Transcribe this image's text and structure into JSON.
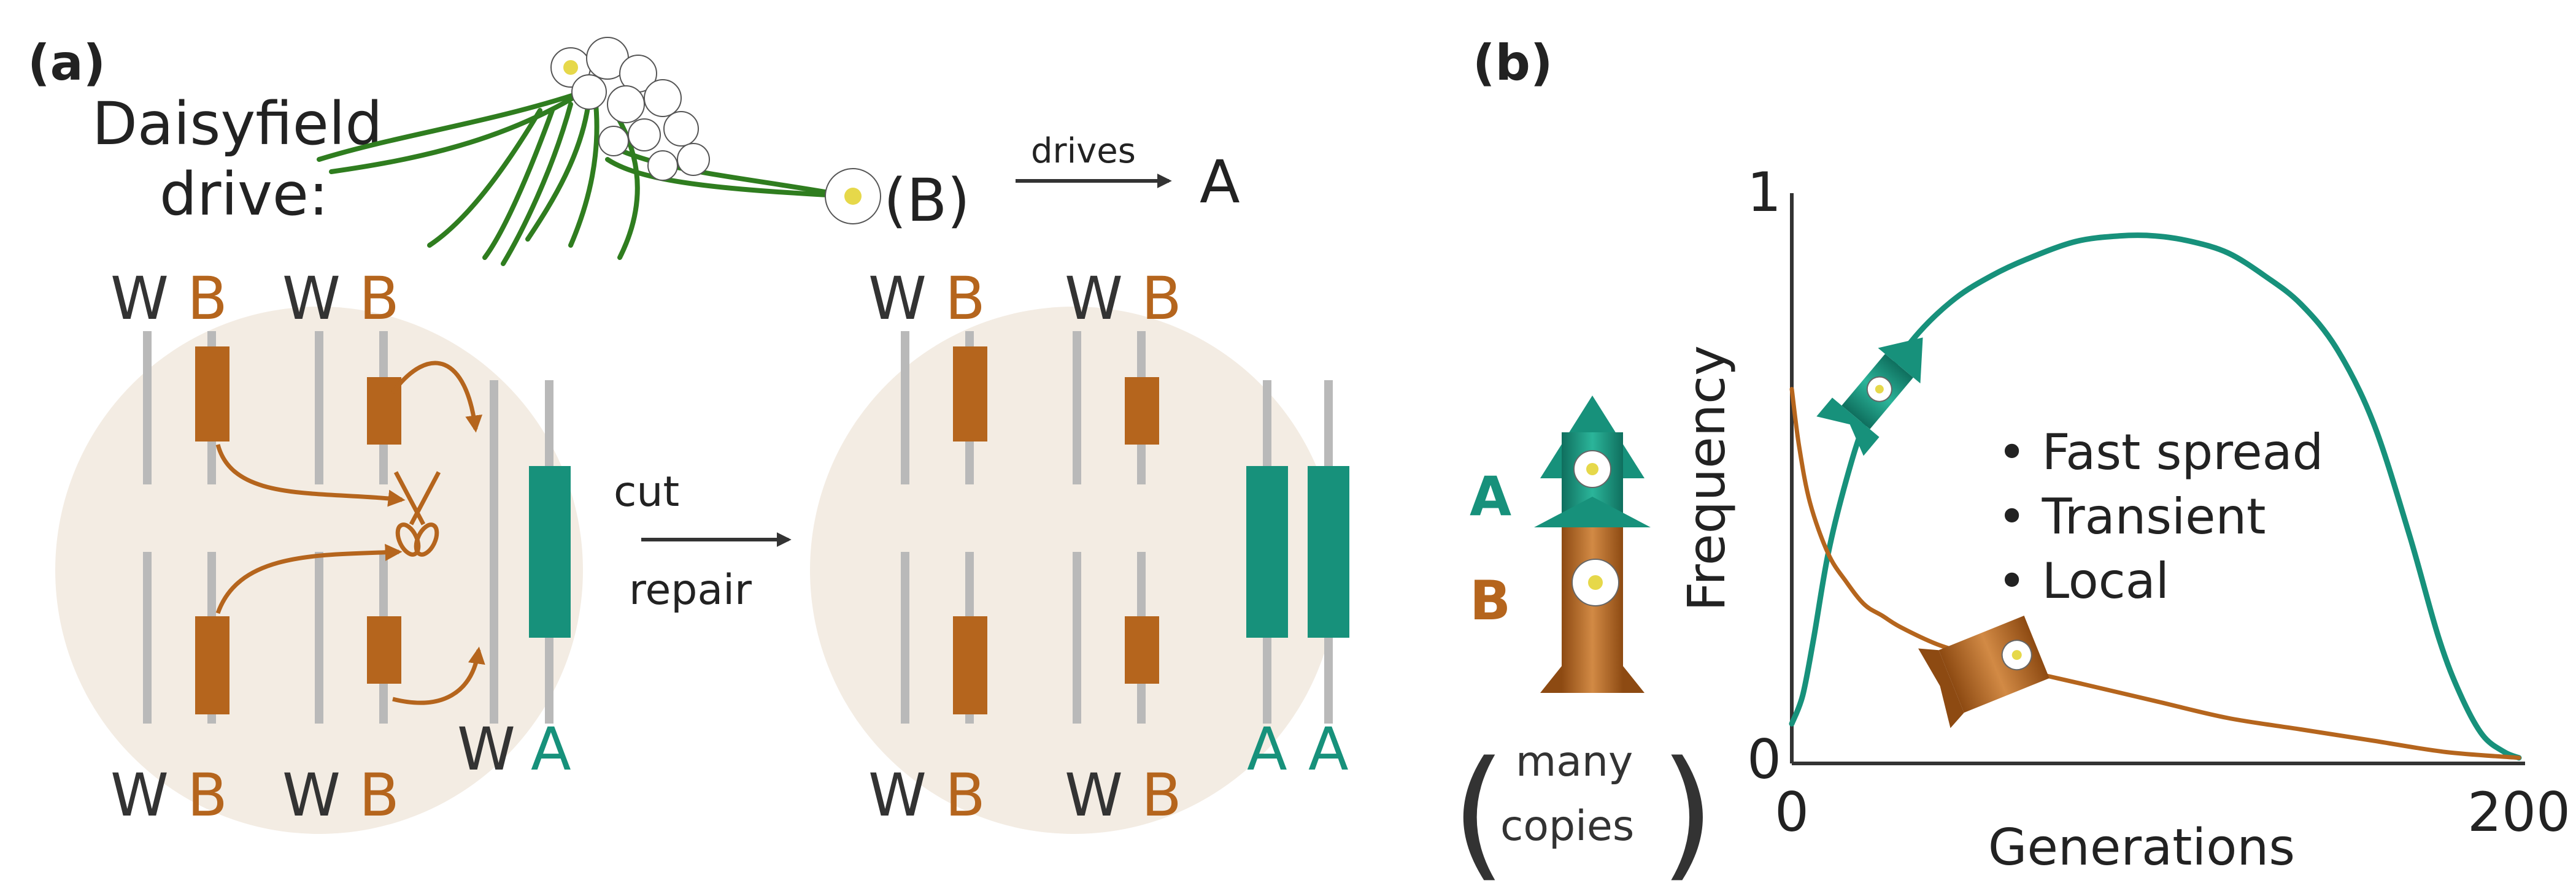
{
  "colors": {
    "cell_fill": "#f3ece3",
    "chromosome": "#b9b9b9",
    "brown": "#b5651d",
    "teal": "#17917b",
    "dark": "#333333",
    "daisy_stem": "#2f7d1f"
  },
  "panel_a": {
    "label": "(a)",
    "title_line1": "Daisyfield",
    "title_line2": "drive:",
    "drive_from": "(B)",
    "drives_label": "drives",
    "drive_to": "A",
    "allele_w": "W",
    "allele_b": "B",
    "allele_a": "A",
    "cut_label": "cut",
    "repair_label": "repair",
    "scissors_icon": "scissors-icon",
    "daisy_icon": "daisy-bouquet-icon"
  },
  "panel_b": {
    "label": "(b)",
    "rocket_label_a": "A",
    "rocket_label_b": "B",
    "bracket_open": "(",
    "bracket_close": ")",
    "many_line1": "many",
    "many_line2": "copies",
    "bullets": [
      "• Fast spread",
      "• Transient",
      "• Local"
    ],
    "rocket_icon": "rocket-icon"
  },
  "chart_data": {
    "type": "line",
    "xlabel": "Generations",
    "ylabel": "Frequency",
    "xlim": [
      0,
      200
    ],
    "ylim": [
      0,
      1
    ],
    "x_ticks": [
      "0",
      "200"
    ],
    "y_ticks": [
      "0",
      "1"
    ],
    "grid": false,
    "series": [
      {
        "color": "#17917b",
        "x": [
          0,
          3,
          6,
          10,
          15,
          20,
          27,
          35,
          45,
          55,
          65,
          78,
          90,
          100,
          110,
          120,
          130,
          140,
          150,
          160,
          170,
          178,
          184,
          190,
          196,
          200
        ],
        "y": [
          0.07,
          0.12,
          0.22,
          0.37,
          0.5,
          0.6,
          0.69,
          0.76,
          0.82,
          0.86,
          0.89,
          0.92,
          0.93,
          0.93,
          0.92,
          0.9,
          0.86,
          0.81,
          0.73,
          0.6,
          0.4,
          0.22,
          0.12,
          0.05,
          0.02,
          0.01
        ]
      },
      {
        "color": "#b5651d",
        "x": [
          0,
          2,
          5,
          10,
          15,
          20,
          25,
          30,
          40,
          50,
          60,
          80,
          100,
          120,
          140,
          160,
          180,
          200
        ],
        "y": [
          0.66,
          0.56,
          0.46,
          0.37,
          0.32,
          0.28,
          0.26,
          0.24,
          0.21,
          0.19,
          0.17,
          0.14,
          0.11,
          0.08,
          0.06,
          0.04,
          0.02,
          0.01
        ]
      }
    ]
  }
}
